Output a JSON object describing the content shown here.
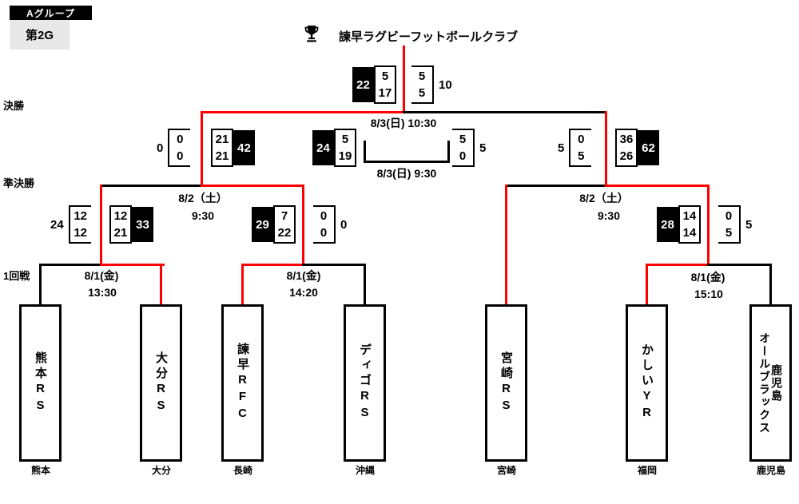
{
  "header": {
    "group": "Aグループ",
    "game": "第2G"
  },
  "champion": {
    "trophy_icon": "trophy-icon",
    "name": "諫早ラグビーフットボールクラブ"
  },
  "round_labels": {
    "final": "決勝",
    "semifinal": "準決勝",
    "first_round": "1回戦"
  },
  "matches": {
    "final": {
      "schedule": "8/3(日) 10:30",
      "left": {
        "total": "22",
        "half1": "5",
        "half2": "17",
        "winner": true
      },
      "right": {
        "total": "10",
        "half1": "5",
        "half2": "5",
        "winner": false
      }
    },
    "third_place": {
      "schedule": "8/3(日) 9:30",
      "left": {
        "total": "24",
        "half1": "5",
        "half2": "19",
        "winner": true
      },
      "right": {
        "total": "5",
        "half1": "5",
        "half2": "0",
        "winner": false
      }
    },
    "semifinal_left": {
      "date": "8/2（土）",
      "time": "9:30",
      "left": {
        "total": "0",
        "half1": "0",
        "half2": "0",
        "winner": false
      },
      "right": {
        "total": "42",
        "half1": "21",
        "half2": "21",
        "winner": true
      }
    },
    "semifinal_right": {
      "date": "8/2（土）",
      "time": "9:30",
      "left": {
        "total": "5",
        "half1": "0",
        "half2": "5",
        "winner": false
      },
      "right": {
        "total": "62",
        "half1": "36",
        "half2": "26",
        "winner": true
      }
    },
    "round1_left": {
      "date": "8/1(金)",
      "time": "13:30",
      "left": {
        "total": "24",
        "half1": "12",
        "half2": "12",
        "winner": false
      },
      "right": {
        "total": "33",
        "half1": "12",
        "half2": "21",
        "winner": true
      }
    },
    "round1_center": {
      "date": "8/1(金)",
      "time": "14:20",
      "left": {
        "total": "29",
        "half1": "7",
        "half2": "22",
        "winner": true
      },
      "right": {
        "total": "0",
        "half1": "0",
        "half2": "0",
        "winner": false
      }
    },
    "round1_right": {
      "date": "8/1(金)",
      "time": "15:10",
      "left": {
        "total": "28",
        "half1": "14",
        "half2": "14",
        "winner": true
      },
      "right": {
        "total": "5",
        "half1": "0",
        "half2": "5",
        "winner": false
      }
    }
  },
  "teams": [
    {
      "name": "熊本RS",
      "prefecture": "熊本"
    },
    {
      "name": "大分RS",
      "prefecture": "大分"
    },
    {
      "name": "諫早RFC",
      "prefecture": "長崎"
    },
    {
      "name": "ディゴRS",
      "prefecture": "沖縄"
    },
    {
      "name": "宮崎RS",
      "prefecture": "宮崎"
    },
    {
      "name": "かしいYR",
      "prefecture": "福岡"
    },
    {
      "name": "鹿児島オールブラックス",
      "name_column_left": "オールブラックス",
      "name_column_right": "鹿児島",
      "prefecture": "鹿児島"
    }
  ],
  "colors": {
    "winner_path": "#fe0000",
    "bracket_line": "#000000",
    "winner_box_bg": "#000000",
    "winner_box_text": "#ffffff",
    "game_tab_bg": "#e8e8e8"
  }
}
